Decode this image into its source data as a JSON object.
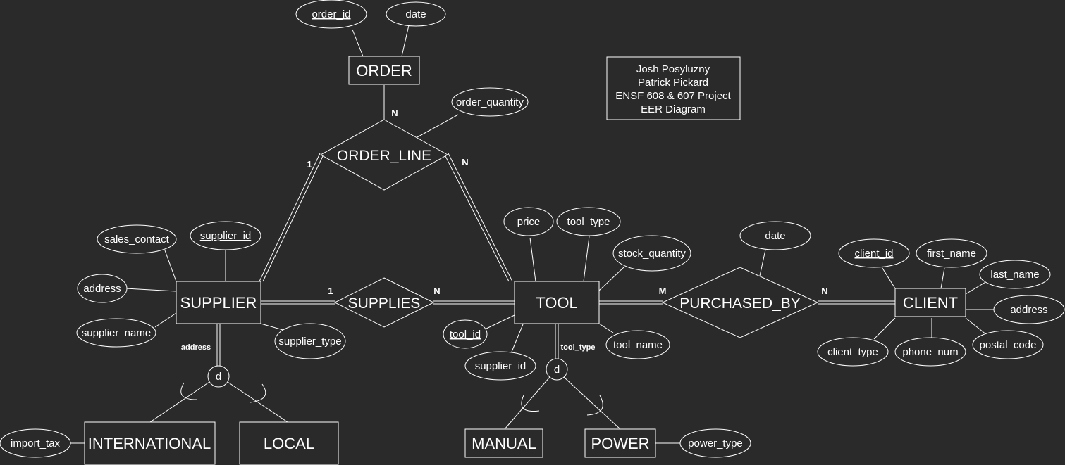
{
  "diagram": {
    "note": [
      "Josh Posyluzny",
      "Patrick Pickard",
      "ENSF 608 & 607 Project",
      "EER Diagram"
    ],
    "entities": {
      "order": "ORDER",
      "supplier": "SUPPLIER",
      "tool": "TOOL",
      "client": "CLIENT",
      "international": "INTERNATIONAL",
      "local": "LOCAL",
      "manual": "MANUAL",
      "power": "POWER"
    },
    "relationships": {
      "order_line": "ORDER_LINE",
      "supplies": "SUPPLIES",
      "purchased_by": "PURCHASED_BY"
    },
    "attributes": {
      "order_id": "order_id",
      "order_date": "date",
      "order_quantity": "order_quantity",
      "sales_contact": "sales_contact",
      "supplier_id": "supplier_id",
      "supplier_address": "address",
      "supplier_name": "supplier_name",
      "supplier_type": "supplier_type",
      "price": "price",
      "tool_type": "tool_type",
      "stock_quantity": "stock_quantity",
      "tool_id": "tool_id",
      "tool_supplier_id": "supplier_id",
      "tool_name": "tool_name",
      "purchase_date": "date",
      "client_id": "client_id",
      "first_name": "first_name",
      "last_name": "last_name",
      "client_address": "address",
      "client_type": "client_type",
      "phone_num": "phone_num",
      "postal_code": "postal_code",
      "import_tax": "import_tax",
      "power_type": "power_type"
    },
    "cardinalities": {
      "order_to_orderline": "N",
      "supplier_to_orderline": "1",
      "tool_to_orderline": "N",
      "supplier_to_supplies": "1",
      "tool_to_supplies": "N",
      "tool_to_purchased": "M",
      "client_to_purchased": "N"
    },
    "specializations": {
      "supplier_disjoint": "d",
      "supplier_discriminator": "address",
      "tool_disjoint": "d",
      "tool_discriminator": "tool_type"
    }
  }
}
